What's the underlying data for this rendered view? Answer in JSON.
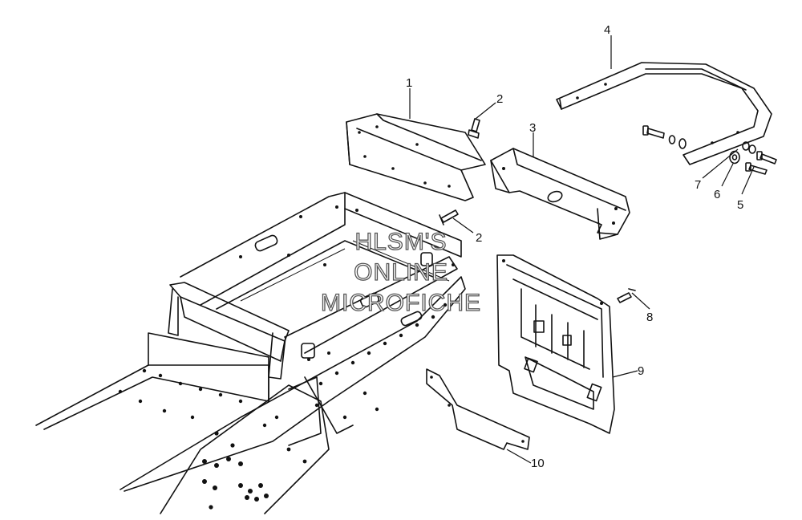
{
  "callouts": {
    "c1": "1",
    "c2a": "2",
    "c2b": "2",
    "c3": "3",
    "c4": "4",
    "c5": "5",
    "c6": "6",
    "c7": "7",
    "c8": "8",
    "c9": "9",
    "c10": "10"
  },
  "watermark": {
    "line1": "HLSM'S",
    "line2": "ONLINE",
    "line3": "MICROFICHE"
  },
  "colors": {
    "ink": "#111111",
    "background": "#ffffff"
  }
}
